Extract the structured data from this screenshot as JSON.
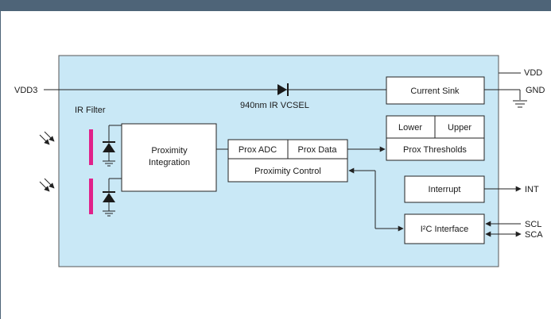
{
  "colors": {
    "header_bar": "#4e6478",
    "chip_fill": "#c9e8f6",
    "chip_stroke": "#555555",
    "ir_filter": "#e0218a",
    "line": "#222222"
  },
  "pins": {
    "vdd3": "VDD3",
    "vdd": "VDD",
    "gnd": "GND",
    "int": "INT",
    "scl": "SCL",
    "sca": "SCA"
  },
  "labels": {
    "vcsel": "940nm IR VCSEL",
    "ir_filter": "IR Filter"
  },
  "blocks": {
    "current_sink": "Current Sink",
    "proximity_integration_line1": "Proximity",
    "proximity_integration_line2": "Integration",
    "prox_adc": "Prox ADC",
    "prox_data": "Prox Data",
    "proximity_control": "Proximity Control",
    "lower": "Lower",
    "upper": "Upper",
    "prox_thresholds": "Prox Thresholds",
    "interrupt": "Interrupt",
    "i2c_interface": "I²C Interface"
  }
}
